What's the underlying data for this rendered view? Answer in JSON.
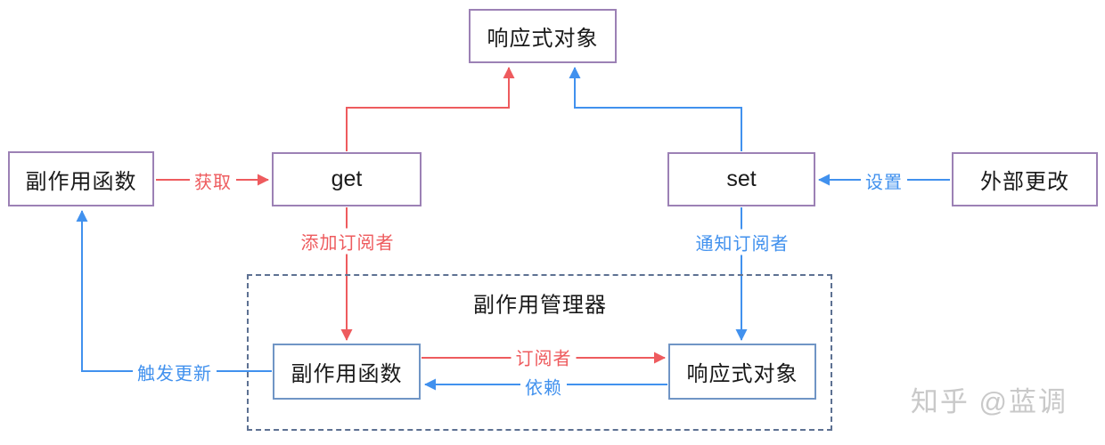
{
  "diagram": {
    "nodes": {
      "reactive_top": "响应式对象",
      "effect_left": "副作用函数",
      "get": "get",
      "set": "set",
      "external_change": "外部更改",
      "manager_title": "副作用管理器",
      "effect_inner": "副作用函数",
      "reactive_inner": "响应式对象"
    },
    "edge_labels": {
      "fetch": "获取",
      "set_value": "设置",
      "add_subscriber": "添加订阅者",
      "notify_subscriber": "通知订阅者",
      "subscriber": "订阅者",
      "dependency": "依赖",
      "trigger_update": "触发更新"
    },
    "colors": {
      "get_path_red": "#ee5b5e",
      "set_path_blue": "#4191ee",
      "node_border_purple": "#9c81b5",
      "inner_node_border_blue": "#7095c5",
      "manager_dashed_border": "#5d7192",
      "text": "#1a1a1a",
      "watermark_gray": "#c9c9c9"
    }
  },
  "watermark": "知乎 @蓝调"
}
